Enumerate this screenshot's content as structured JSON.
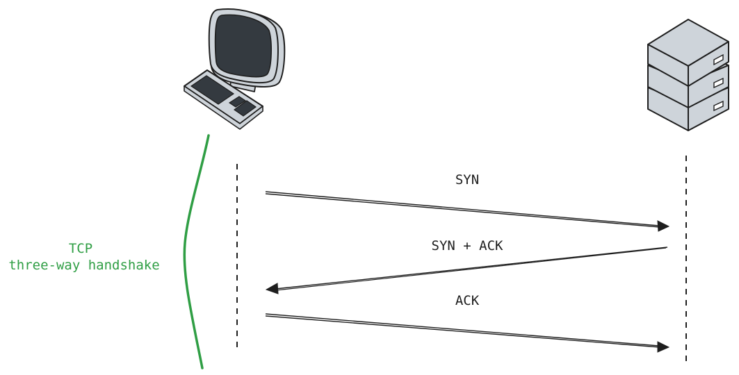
{
  "colors": {
    "ink": "#1e1e1e",
    "accent_green": "#2f9e44",
    "device_fill": "#ced4da",
    "device_dark": "#343a40",
    "background": "#ffffff"
  },
  "nodes": {
    "client": {
      "icon": "desktop-computer-icon"
    },
    "server": {
      "icon": "server-rack-icon"
    }
  },
  "messages": [
    {
      "label": "SYN",
      "from": "client",
      "to": "server"
    },
    {
      "label": "SYN + ACK",
      "from": "server",
      "to": "client"
    },
    {
      "label": "ACK",
      "from": "client",
      "to": "server"
    }
  ],
  "annotation": {
    "line1": "TCP",
    "line2": "three-way handshake"
  }
}
